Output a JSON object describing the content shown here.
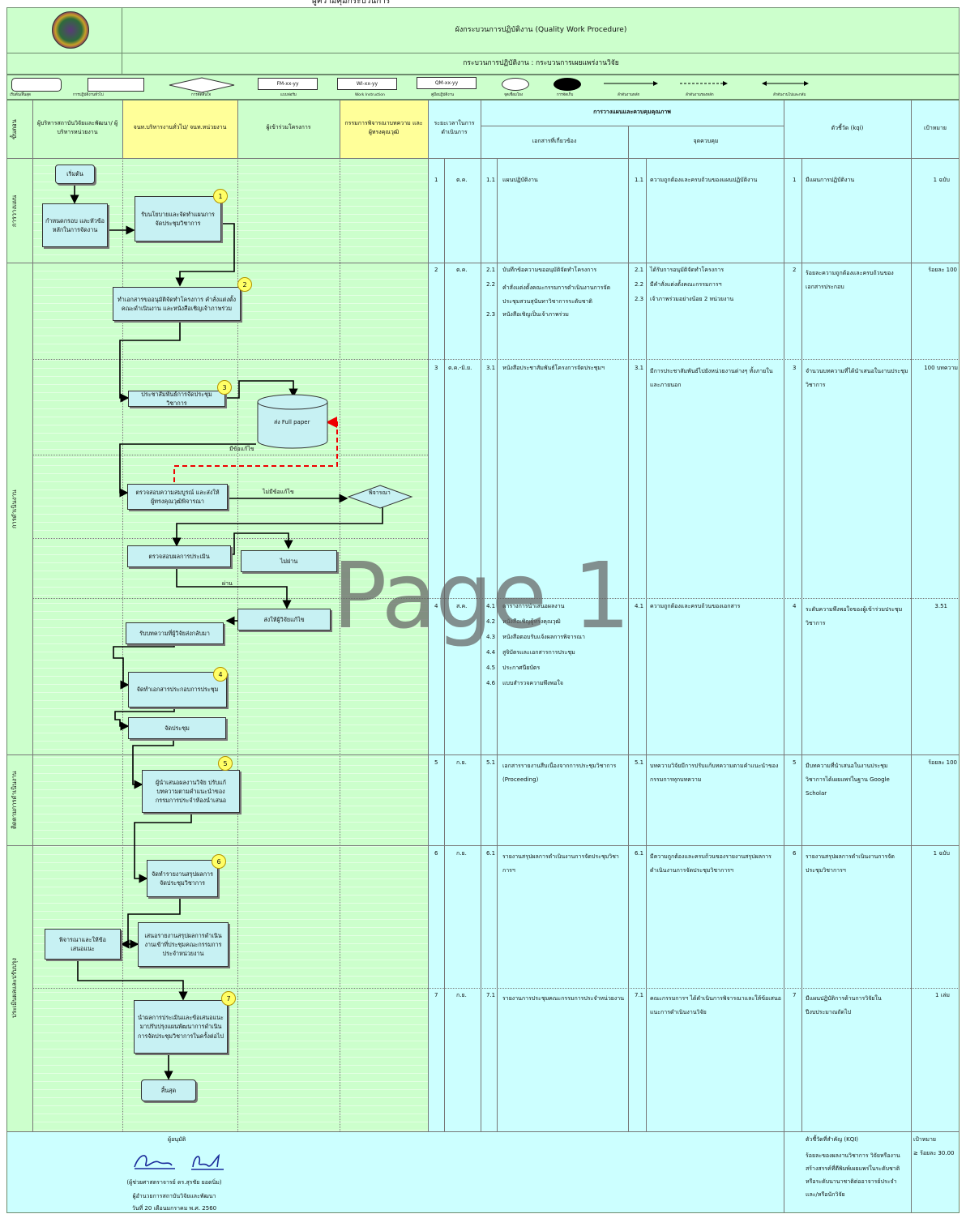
{
  "header": {
    "top_cut": "ผู้ความคุมกระบวนการ",
    "title": "ผังกระบวนการปฏิบัติงาน (Quality Work Procedure)",
    "process": "กระบวนการปฏิบัติงาน  :  กระบวนการเผยแพร่งานวิจัย"
  },
  "legend": {
    "fm": "FM-xx-yy",
    "wi": "WI-xx-yy",
    "qm": "QM-xx-yy",
    "labels": [
      "เริ่มต้น/สิ้นสุด",
      "การปฏิบัติงานทั่วไป",
      "การตัดสินใจ",
      "แบบฟอร์ม",
      "Work Instruction",
      "คู่มือปฏิบัติงาน",
      "จุดเชื่อมโยง",
      "การจัดเก็บ",
      "ลำดับงานหลัก",
      "ลำดับงานรองหลัก",
      "ลำดับงานไปและกลับ"
    ]
  },
  "columns": {
    "step": "ขั้นตอน",
    "c1": "ผู้บริหารสถาบันวิจัยและพัฒนา/ ผู้บริหารหน่วยงาน",
    "c2": "จนท.บริหารงานทั่วไป/ จนท.หน่วยงาน",
    "c3": "ผู้เข้าร่วมโครงการ",
    "c4": "กรรมการพิจารณาบทความ และผู้ทรงคุณวุฒิ",
    "time": "ระยะเวลาในการดำเนินการ",
    "qc": "การวางแผนและควบคุมคุณภาพ",
    "docs": "เอกสารที่เกี่ยวข้อง",
    "ctrl": "จุดควบคุม",
    "kqi": "ตัวชี้วัด (kqi)",
    "target": "เป้าหมาย"
  },
  "phases": [
    "การวางแผน",
    "การดำเนินงาน",
    "ติดตามการดำเนินงาน",
    "ประเมินผลและปรับปรุง"
  ],
  "flow": {
    "start": "เริ่มต้น",
    "b1": "กำหนดกรอบ และหัวข้อหลักในการจัดงาน",
    "b2": "รับนโยบายและจัดทำแผนการจัดประชุมวิชาการ",
    "b3": "ทำเอกสารขออนุมัติจัดทำโครงการ คำสั่งแต่งตั้งคณะดำเนินงาน และหนังสือเชิญเจ้าภาพร่วม",
    "b4": "ประชาสัมพันธ์การจัดประชุมวิชาการ",
    "b5": "ส่ง Full paper",
    "b6": "ตรวจสอบความสมบูรณ์ และส่งให้ผู้ทรงคุณวุฒิพิจารณา",
    "b7": "พิจารณา",
    "b8": "ตรวจสอบผลการประเมิน",
    "b9": "ไม่ผ่าน",
    "b10": "ส่งให้ผู้วิจัยแก้ไข",
    "b11": "รับบทความที่ผู้วิจัยส่งกลับมา",
    "b12": "จัดทำเอกสารประกอบการประชุม",
    "b13": "จัดประชุม",
    "b14": "ผู้นำเสนอผลงานวิจัย ปรับแก้บทความตามคำแนะนำของ กรรมการประจำห้องนำเสนอ",
    "b15": "จัดทำรายงานสรุปผลการจัดประชุมวิชาการ",
    "b16": "เสนอรายงานสรุปผลการดำเนินงานเข้าที่ประชุมคณะกรรมการประจำหน่วยงาน",
    "b17": "พิจารณาและให้ข้อเสนอแนะ",
    "b18": "นำผลการประเมินและข้อเสนอแนะมาปรับปรุงแผนพัฒนาการดำเนินการจัดประชุมวิชาการในครั้งต่อไป",
    "end": "สิ้นสุด",
    "lab_fix": "มีข้อแก้ไข",
    "lab_nofix": "ไม่มีข้อแก้ไข",
    "lab_pass": "ผ่าน",
    "badges": [
      "1",
      "2",
      "3",
      "4",
      "5",
      "6",
      "7"
    ]
  },
  "rows": [
    {
      "no": "1",
      "time": "ต.ค.",
      "docs": [
        "1.1",
        "แผนปฏิบัติงาน"
      ],
      "ctrl": [
        "1.1",
        "ความถูกต้องและครบถ้วนของแผนปฏิบัติงาน"
      ],
      "kno": "1",
      "kqi": "มีแผนการปฏิบัติงาน",
      "target": "1 ฉบับ"
    },
    {
      "no": "2",
      "time": "ต.ค.",
      "target": "ร้อยละ 100",
      "kno": "2",
      "kqi": "ร้อยละความถูกต้องและครบถ้วนของเอกสารประกอบ"
    },
    {
      "no": "3",
      "time": "ต.ค.-มิ.ย.",
      "docs": [
        "3.1",
        "หนังสือประชาสัมพันธ์โครงการจัดประชุมฯ"
      ],
      "ctrl": [
        "3.1",
        "มีการประชาสัมพันธ์ไปยังหน่วยงานต่างๆ ทั้งภายในและภายนอก"
      ],
      "kno": "3",
      "kqi": "จำนวนบทความที่ได้นำเสนอในงานประชุมวิชาการ",
      "target": "100 บทความ"
    },
    {
      "no": "4",
      "time": "ส.ค.",
      "ctrl": [
        "4.1",
        "ความถูกต้องและครบถ้วนของเอกสาร"
      ],
      "kno": "4",
      "kqi": "ระดับความพึงพอใจของผู้เข้าร่วมประชุมวิชาการ",
      "target": "3.51"
    },
    {
      "no": "5",
      "time": "ก.ย.",
      "docs": [
        "5.1",
        "เอกสารรายงานสืบเนื่องจากการประชุมวิชาการ (Proceeding)"
      ],
      "ctrl": [
        "5.1",
        "บทความวิจัยมีการปรับแก้บทความตามคำแนะนำของกรรมการทุกบทความ"
      ],
      "kno": "5",
      "kqi": "มีบทความที่นำเสนอในงานประชุมวิชาการได้เผยแพร่ในฐาน Google Scholar",
      "target": "ร้อยละ 100"
    },
    {
      "no": "6",
      "time": "ก.ย.",
      "docs": [
        "6.1",
        "รายงานสรุปผลการดำเนินงานการจัดประชุมวิชาการฯ"
      ],
      "ctrl": [
        "6.1",
        "มีความถูกต้องและครบถ้วนของรายงานสรุปผลการดำเนินงานการจัดประชุมวิชาการฯ"
      ],
      "kno": "6",
      "kqi": "รายงานสรุปผลการดำเนินงานการจัดประชุมวิชาการฯ",
      "target": "1 ฉบับ"
    },
    {
      "no": "7",
      "time": "ก.ย.",
      "docs": [
        "7.1",
        "รายงานการประชุมคณะกรรมการประจำหน่วยงาน"
      ],
      "ctrl": [
        "7.1",
        "คณะกรรมการฯ ได้ดำเนินการพิจารณาและให้ข้อเสนอแนะการดำเนินงานวิจัย"
      ],
      "kno": "7",
      "kqi": "มีแผนปฏิบัติการด้านการวิจัยในปีงบประมาณถัดไป",
      "target": "1 เล่ม"
    }
  ],
  "row2_docs": [
    [
      "2.1",
      "บันทึกข้อความขออนุมัติจัดทำโครงการ"
    ],
    [
      "2.2",
      "คำสั่งแต่งตั้งคณะกรรมการดำเนินงานการจัดประชุมสวนสุนันทาวิชาการระดับชาติ"
    ],
    [
      "2.3",
      "หนังสือเชิญเป็นเจ้าภาพร่วม"
    ]
  ],
  "row2_ctrl": [
    [
      "2.1",
      "ได้รับการอนุมัติจัดทำโครงการ"
    ],
    [
      "2.2",
      "มีคำสั่งแต่งตั้งคณะกรรมการฯ"
    ],
    [
      "2.3",
      "เจ้าภาพร่วมอย่างน้อย 2 หน่วยงาน"
    ]
  ],
  "row4_docs": [
    [
      "4.1",
      "ตารางการนำเสนอผลงาน"
    ],
    [
      "4.2",
      "หนังสือเชิญผู้ทรงคุณวุฒิ"
    ],
    [
      "4.3",
      "หนังสือตอบรับแจ้งผลการพิจารณา"
    ],
    [
      "4.4",
      "สูจิบัตรและเอกสารการประชุม"
    ],
    [
      "4.5",
      "ประกาศนียบัตร"
    ],
    [
      "4.6",
      "แบบสำรวจความพึงพอใจ"
    ]
  ],
  "footer": {
    "approver": "ผู้อนุมัติ",
    "signature": "",
    "name": "(ผู้ช่วยศาสตราจารย์ ดร.สุรชัย ยอดนิ่ม)",
    "position": "ผู้อำนวยการสถาบันวิจัยและพัฒนา",
    "date": "วันที่ 20 เดือนมกราคม  พ.ศ. 2560",
    "kqi_label": "ตัวชี้วัดที่สำคัญ (KQI)",
    "kqi_text": "ร้อยละของผลงานวิชาการ วิจัยหรืองานสร้างสรรค์ที่ตีพิมพ์เผยแพร่ในระดับชาติหรือระดับนานาชาติต่ออาจารย์ประจำและ/หรือนักวิจัย",
    "target_label": "เป้าหมาย",
    "target_value": "≥ ร้อยละ 30.00"
  },
  "watermark": "Page 1",
  "colors": {
    "header_yellow": "#ffff99",
    "table_cyan": "#ccffff",
    "light_green": "#ccffcc",
    "box": "#c7f1f3"
  }
}
